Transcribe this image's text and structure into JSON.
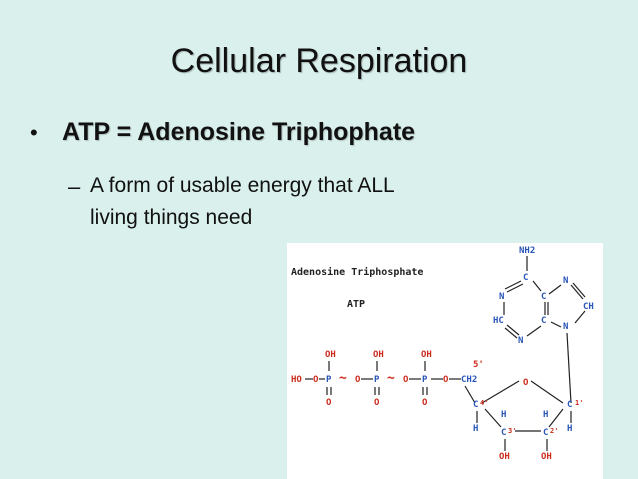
{
  "slide": {
    "title": "Cellular Respiration",
    "bullet": "ATP = Adenosine Triphophate",
    "sub_bullet_line1": "A form of usable energy that ALL",
    "sub_bullet_line2": "living things need"
  },
  "figure": {
    "heading": "Adenosine Triphosphate",
    "abbreviation": "ATP",
    "base_labels": {
      "nh2": "NH2",
      "n1": "N",
      "c6": "C",
      "n7": "N",
      "ch": "CH",
      "hc": "HC",
      "c4": "C",
      "n9": "N",
      "c5": "C",
      "n3": "N"
    },
    "phosphate_labels": {
      "oh": "OH",
      "p": "P",
      "o": "O",
      "ho": "HO",
      "tilde": "~",
      "double_o": "O"
    },
    "sugar_labels": {
      "five_prime": "5'",
      "ch2": "CH2",
      "ring_o": "O",
      "c4": "C",
      "four_prime": "4'",
      "c1": "C",
      "one_prime": "1'",
      "h": "H",
      "c3": "C",
      "three_prime": "3'",
      "c2": "C",
      "two_prime": "2'",
      "oh": "OH"
    },
    "colors": {
      "atom_blue": "#2a55b8",
      "bond_red": "#cc2a1a",
      "text_dark": "#222222"
    }
  }
}
